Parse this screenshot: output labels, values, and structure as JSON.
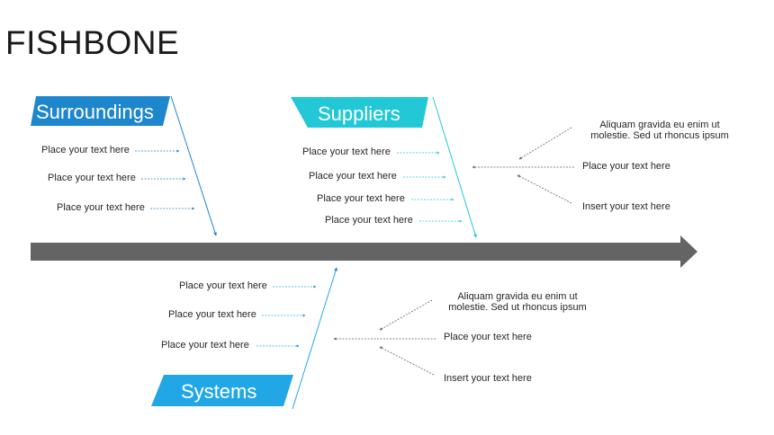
{
  "title": "FISHBONE",
  "colors": {
    "spine": "#646464",
    "blue": "#1e86cc",
    "cyan": "#22c8d6",
    "text": "#262626"
  },
  "categories": {
    "surroundings": {
      "label": "Surroundings",
      "items": [
        "Place your text here",
        "Place your text here",
        "Place your text here"
      ]
    },
    "suppliers": {
      "label": "Suppliers",
      "items": [
        "Place your text here",
        "Place your text here",
        "Place your text here",
        "Place your text here"
      ]
    },
    "systems": {
      "label": "Systems",
      "items": [
        "Place your text here",
        "Place your text here",
        "Place your text here"
      ]
    }
  },
  "top_cluster": {
    "note_line1": "Aliquam gravida eu enim ut",
    "note_line2": "molestie. Sed ut rhoncus ipsum",
    "middle": "Place your text here",
    "bottom": "Insert your text here"
  },
  "bottom_cluster": {
    "note_line1": "Aliquam gravida eu enim ut",
    "note_line2": "molestie. Sed ut rhoncus ipsum",
    "middle": "Place your text here",
    "bottom": "Insert your text here"
  }
}
